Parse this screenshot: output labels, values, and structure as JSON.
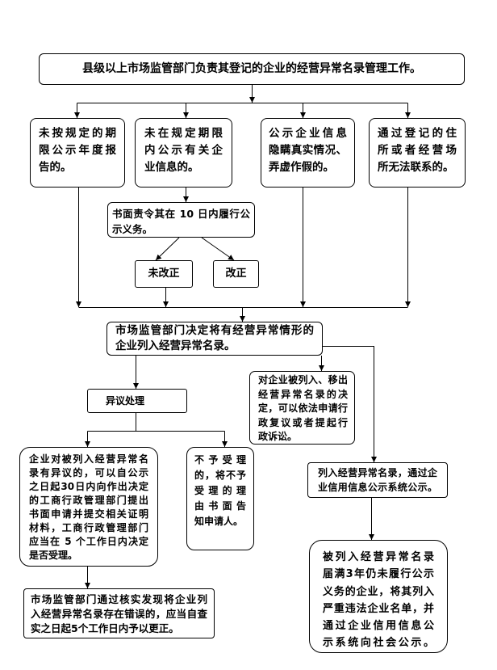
{
  "header": {
    "text": "县级以上市场监管部门负责其登记的企业的经营异常名录管理工作。"
  },
  "situations": {
    "annual_report": {
      "lines": [
        "未按规定的期",
        "限公示年度报",
        "告的。"
      ]
    },
    "company_info": {
      "lines": [
        "未在规定期限",
        "内公示有关企",
        "业信息的。"
      ]
    },
    "false_info": {
      "lines": [
        "公示企业信息",
        "隐瞒真实情况、",
        "弄虚作假的。"
      ]
    },
    "unreachable": {
      "lines": [
        "通过登记的住",
        "所或者经营场",
        "所无法联系的。"
      ]
    }
  },
  "order": {
    "lines": [
      "书面责令其在 10 日内履行公",
      "示义务。"
    ]
  },
  "not_corrected": {
    "text": "未改正"
  },
  "corrected": {
    "text": "改正"
  },
  "decision": {
    "lines": [
      "市场监管部门决定将有经营异常情形的",
      "企业列入经营异常名录。"
    ]
  },
  "objection": {
    "label": "异议处理"
  },
  "review": {
    "lines": [
      "对企业被列入、移出",
      "经营异常名录的决",
      "定，可以依法申请行",
      "政复议或者提起行",
      "政诉讼。"
    ]
  },
  "objection_apply": {
    "lines": [
      "企业对被列入经营异常名",
      "录有异议的，可以自公示",
      "之日起30日内向作出决定",
      "的工商行政管理部门提出",
      "书面申请并提交相关证明",
      "材料，工商行政管理部门",
      "应当在 5 个工作日内决定",
      "是否受理。"
    ]
  },
  "rejection": {
    "lines": [
      "不予受理",
      "的，将不予",
      "受理的理",
      "由书面告",
      "知申请人。"
    ]
  },
  "correction": {
    "lines": [
      "市场监管部门通过核实发现将企业列",
      "入经营异常名录存在错误的，应当自查",
      "实之日起5个工作日内予以更正。"
    ]
  },
  "publish": {
    "lines": [
      "列入经营异常名录，通过企",
      "业信用信息公示系统公示。"
    ]
  },
  "serious": {
    "lines": [
      "被列入经营异常名录",
      "届满3年仍未履行公示",
      "义务的企业，将其列入",
      "严重违法企业名单，并",
      "通过企业信用信息公",
      "示系统向社会公示。"
    ]
  },
  "colors": {
    "line": "#000000",
    "box_border": "#000000",
    "background": "#ffffff"
  }
}
